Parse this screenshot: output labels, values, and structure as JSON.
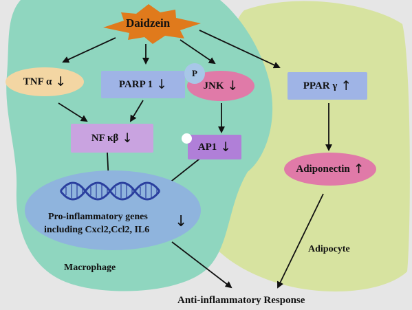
{
  "diagram": {
    "source": "Daidzein",
    "nodes": {
      "tnf": {
        "label": "TNF α",
        "change": "↓"
      },
      "parp1": {
        "label": "PARP 1",
        "change": "↓"
      },
      "jnk": {
        "label": "JNK",
        "change": "↓"
      },
      "phospho": {
        "label": "P"
      },
      "ppar": {
        "label": "PPAR γ",
        "change": "↑"
      },
      "nfkb": {
        "label": "NF κβ",
        "change": "↓"
      },
      "ap1": {
        "label": "AP1",
        "change": "↓"
      },
      "adiponectin": {
        "label": "Adiponectin",
        "change": "↑"
      },
      "genes": {
        "line1": "Pro-inflammatory genes",
        "line2": "including Cxcl2,Ccl2, IL6",
        "change": "↓"
      }
    },
    "regions": {
      "macrophage": "Macrophage",
      "adipocyte": "Adipocyte"
    },
    "outcome": "Anti-inflammatory Response",
    "colors": {
      "background": "#e6e6e6",
      "macrophage": "#8fd6bf",
      "adipocyte": "#d7e3a0",
      "source_star": "#e07a1c",
      "tnf": "#f3d6a3",
      "parp1": "#9fb4e6",
      "jnk": "#e07aa8",
      "phospho": "#a8c7e8",
      "ppar": "#9fb4e6",
      "nfkb": "#c9a3e0",
      "ap1": "#b07fd8",
      "adiponectin": "#e07aa8",
      "genes": "#8fb4dd",
      "dna": "#2a3f9e",
      "arrow": "#111111"
    }
  }
}
